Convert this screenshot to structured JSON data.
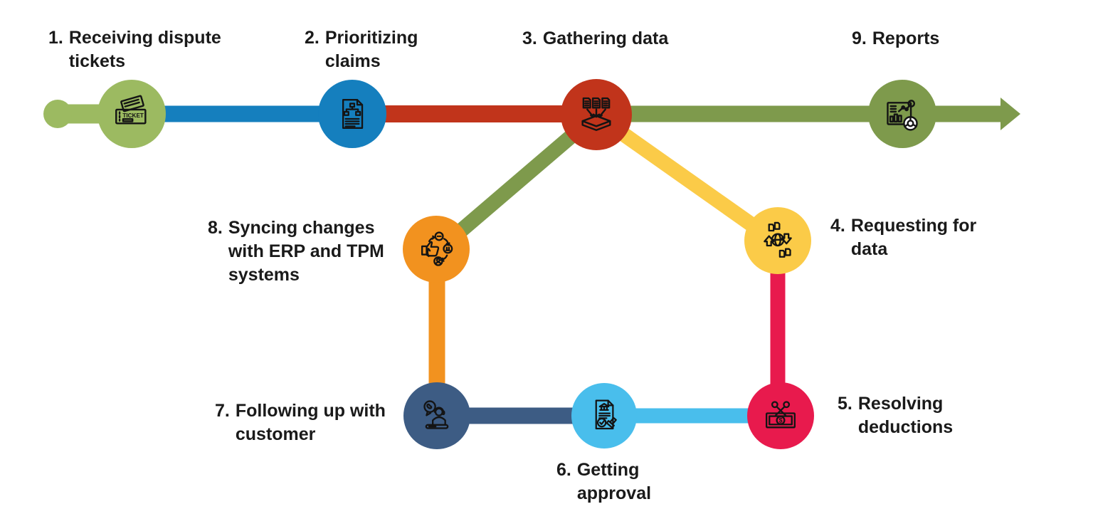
{
  "diagram": {
    "type": "process-flow",
    "steps": [
      {
        "number": "1.",
        "label": "Receiving dispute\ntickets",
        "color": "#9cba61",
        "icon": "dispute-tickets-icon",
        "icon_text": "TICKET"
      },
      {
        "number": "2.",
        "label": "Prioritizing\nclaims",
        "color": "#157fbe",
        "icon": "prioritize-claims-icon"
      },
      {
        "number": "3.",
        "label": "Gathering data",
        "color": "#c1341b",
        "icon": "gathering-data-icon"
      },
      {
        "number": "4.",
        "label": "Requesting for\ndata",
        "color": "#fbcb48",
        "icon": "requesting-data-icon"
      },
      {
        "number": "5.",
        "label": "Resolving\ndeductions",
        "color": "#e81a4d",
        "icon": "resolving-deductions-icon",
        "icon_text": "$"
      },
      {
        "number": "6.",
        "label": "Getting\napproval",
        "color": "#49beec",
        "icon": "approval-stamp-icon"
      },
      {
        "number": "7.",
        "label": "Following up with\ncustomer",
        "color": "#3d5c84",
        "icon": "customer-followup-icon"
      },
      {
        "number": "8.",
        "label": "Syncing changes\nwith ERP and TPM\nsystems",
        "color": "#f2921f",
        "icon": "sync-erp-tpm-icon"
      },
      {
        "number": "9.",
        "label": "Reports",
        "color": "#7e9a4c",
        "icon": "reports-dashboard-icon"
      }
    ],
    "start_dot": {
      "color": "#9cba61"
    },
    "connectors": [
      {
        "name": "start-to-1",
        "color": "#9cba61"
      },
      {
        "name": "1-to-2",
        "color": "#157fbe"
      },
      {
        "name": "2-to-3",
        "color": "#c1341b"
      },
      {
        "name": "3-to-9",
        "color": "#7e9a4c"
      },
      {
        "name": "9-to-end-arrow",
        "color": "#7e9a4c"
      },
      {
        "name": "8-to-3",
        "color": "#7e9a4c"
      },
      {
        "name": "3-to-4",
        "color": "#fbcb48"
      },
      {
        "name": "4-to-5",
        "color": "#e81a4d"
      },
      {
        "name": "5-to-6",
        "color": "#49beec"
      },
      {
        "name": "6-to-7",
        "color": "#3d5c84"
      },
      {
        "name": "7-to-8",
        "color": "#f2921f"
      }
    ]
  }
}
